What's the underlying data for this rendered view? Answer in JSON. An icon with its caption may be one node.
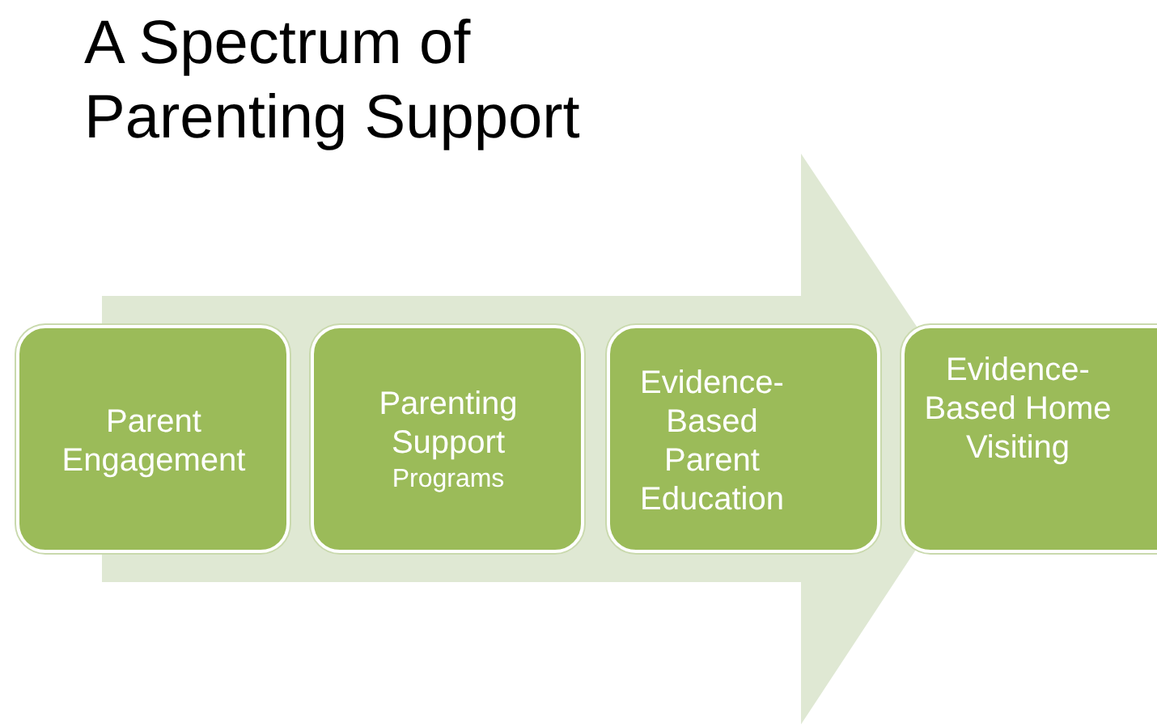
{
  "diagram": {
    "title": "A Spectrum of Parenting Support",
    "nodes": [
      {
        "text": [
          "Parent Engagement"
        ]
      },
      {
        "text": [
          "Parenting Support",
          "Programs"
        ]
      },
      {
        "text": [
          "Evidence-Based Parent Education"
        ]
      },
      {
        "text": [
          "Evidence-Based Home Visiting"
        ]
      }
    ],
    "edges": [
      {
        "from": 0,
        "to": 3,
        "arrow": "to"
      }
    ]
  }
}
